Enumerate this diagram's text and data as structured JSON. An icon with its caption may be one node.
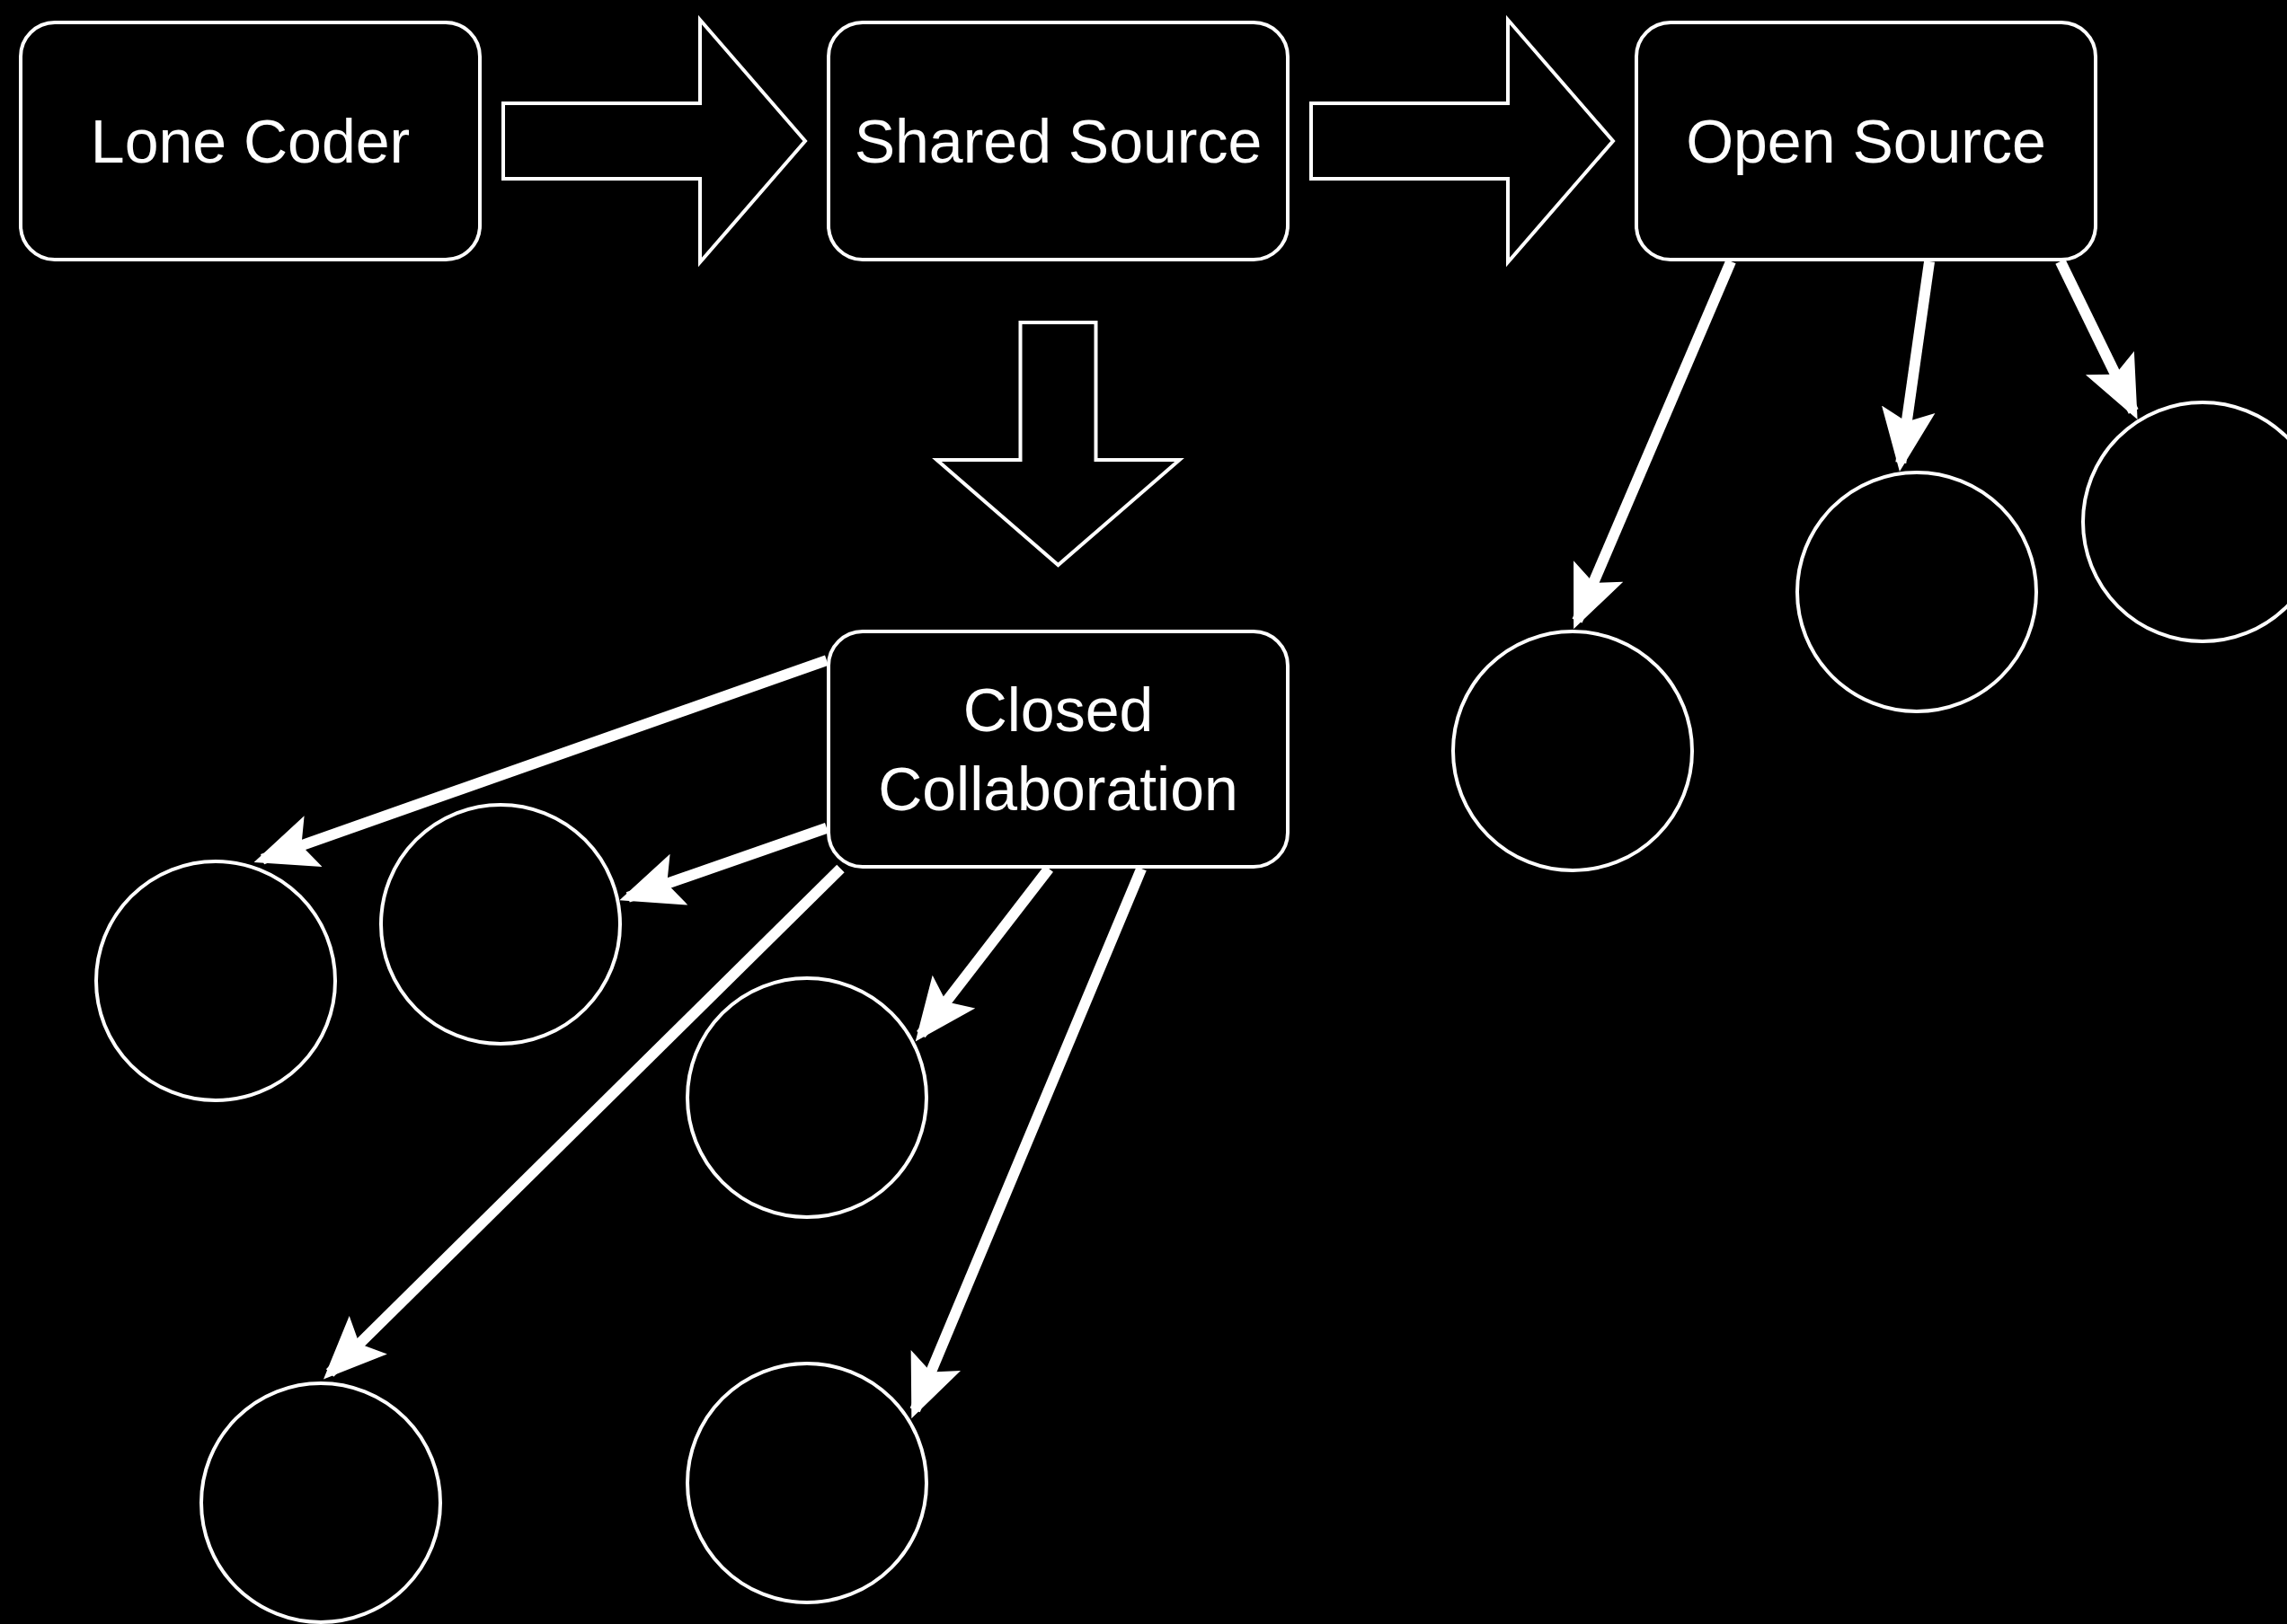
{
  "diagram": {
    "nodes": [
      {
        "text": [
          "Lone Coder"
        ]
      },
      {
        "text": [
          "Shared Source"
        ]
      },
      {
        "text": [
          "Open Source"
        ]
      },
      {
        "text": [
          "Closed Collaboration"
        ]
      },
      {
        "text": [],
        "shape": "circle"
      },
      {
        "text": [],
        "shape": "circle"
      },
      {
        "text": [],
        "shape": "circle"
      },
      {
        "text": [],
        "shape": "circle"
      },
      {
        "text": [],
        "shape": "circle"
      },
      {
        "text": [],
        "shape": "circle"
      },
      {
        "text": [],
        "shape": "circle"
      },
      {
        "text": [],
        "shape": "circle"
      }
    ],
    "edges": [
      {
        "from": 0,
        "to": 1,
        "arrow": "to",
        "style": "thick"
      },
      {
        "from": 1,
        "to": 2,
        "arrow": "to",
        "style": "thick"
      },
      {
        "from": 1,
        "to": 3,
        "arrow": "to",
        "style": "thick"
      },
      {
        "from": 2,
        "to": 6,
        "arrow": "to"
      },
      {
        "from": 2,
        "to": 5,
        "arrow": "to"
      },
      {
        "from": 2,
        "to": 4,
        "arrow": "to"
      },
      {
        "from": 3,
        "to": 8,
        "arrow": "to"
      },
      {
        "from": 3,
        "to": 7,
        "arrow": "to"
      },
      {
        "from": 3,
        "to": 11,
        "arrow": "to"
      },
      {
        "from": 3,
        "to": 9,
        "arrow": "to"
      },
      {
        "from": 3,
        "to": 10,
        "arrow": "to"
      }
    ]
  }
}
